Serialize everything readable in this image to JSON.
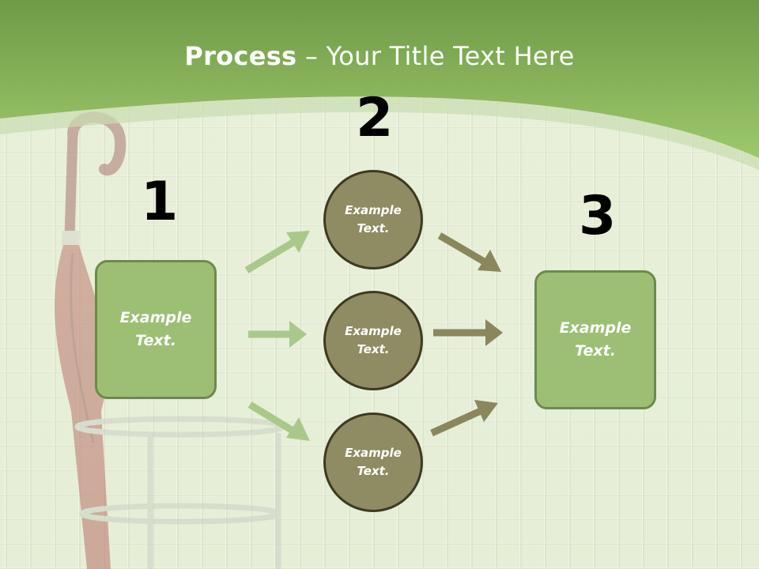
{
  "slide": {
    "title_bold": "Process",
    "title_rest": " – Your Title Text Here",
    "step_numbers": [
      "1",
      "2",
      "3"
    ],
    "left_box": "Example\nText.",
    "right_box": "Example\nText.",
    "circles": [
      "Example\nText.",
      "Example\nText.",
      "Example\nText."
    ]
  },
  "colors": {
    "header_green": "#8ab95a",
    "box_fill": "#9cbf74",
    "box_border": "#6d8a4e",
    "circle_fill": "#8f8b62",
    "circle_border": "#3d3a22",
    "arrow_light": "#a9c98a",
    "arrow_dark": "#8a875d"
  }
}
